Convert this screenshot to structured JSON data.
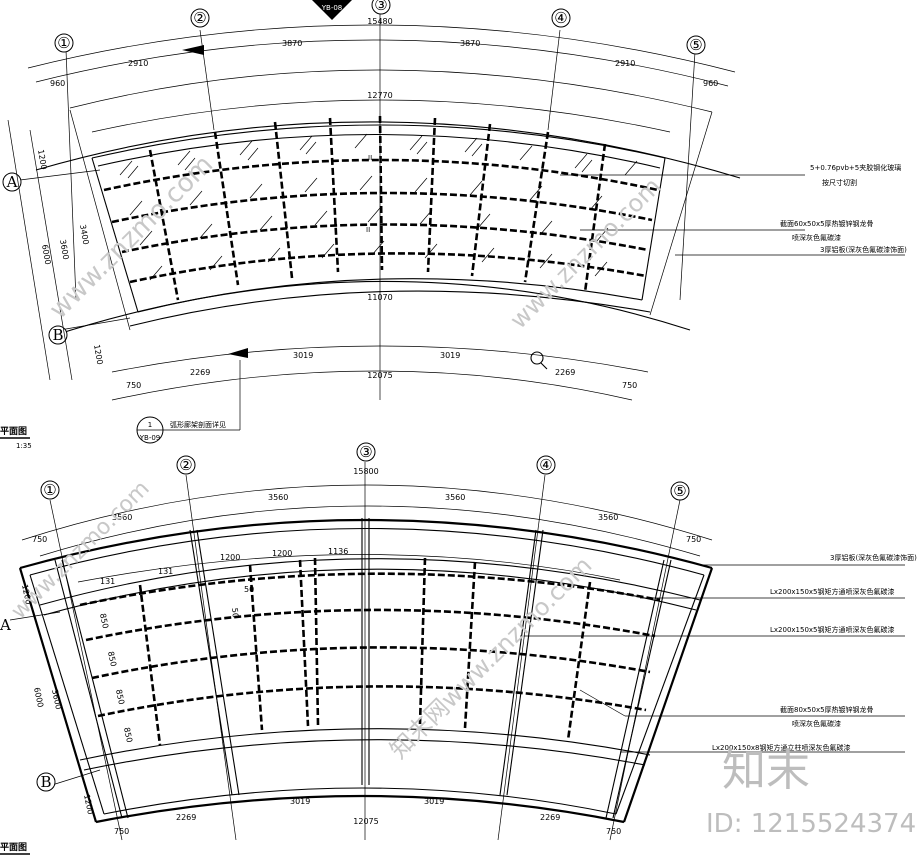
{
  "top_plan": {
    "section_marker": "YB-08",
    "axes": [
      "①",
      "②",
      "③",
      "④",
      "⑤",
      "A",
      "B"
    ],
    "dims_outer_total": "15480",
    "dims_outer": [
      "960",
      "2910",
      "3870",
      "3870",
      "2910",
      "960"
    ],
    "dim_inner_top": "12770",
    "dim_inner_bottom": "11070",
    "dims_bottom": [
      "750",
      "2269",
      "3019",
      "3019",
      "2269",
      "750"
    ],
    "dim_bottom_total": "12075",
    "dims_left": [
      "1200",
      "6000",
      "3600",
      "3400",
      "1200"
    ],
    "section_labels": [
      "II",
      "II"
    ],
    "note_glass": "5+0.76pvb+5夹胶钢化玻璃",
    "note_glass_2": "按尺寸切割",
    "note_steel": "截面60x50x5厚热镀锌钢龙骨",
    "note_steel_2": "喷深灰色氟碳漆",
    "note_plate": "3厚铝板(深灰色氟碳漆饰面)",
    "detail_bubble_num": "1",
    "detail_bubble_ref": "YB-09",
    "detail_note": "弧形廊架剖面详见",
    "title": "平面图",
    "scale": "1:35"
  },
  "bottom_plan": {
    "axes": [
      "①",
      "②",
      "③",
      "④",
      "⑤",
      "A",
      "B"
    ],
    "dims_outer_total": "15800",
    "dims_outer": [
      "750",
      "3560",
      "3560",
      "3560",
      "3560",
      "750"
    ],
    "dims_grid": [
      "1200",
      "1200",
      "1136"
    ],
    "dims_small": [
      "131",
      "131"
    ],
    "dim_spot": "50",
    "dim_spot_2": "50",
    "dims_left": [
      "1200",
      "6000",
      "3600",
      "850",
      "850",
      "850",
      "850",
      "1200"
    ],
    "dims_bottom": [
      "750",
      "2269",
      "3019",
      "3019",
      "2269",
      "750"
    ],
    "dim_bottom_total": "12075",
    "note_plate": "3厚铝板(深灰色氟碳漆饰面)",
    "note_beam_1": "Lx200x150x5钢矩方通喷深灰色氟碳漆",
    "note_beam_2": "Lx200x150x5钢矩方通喷深灰色氟碳漆",
    "note_steel": "截面80x50x5厚热镀锌钢龙骨",
    "note_steel_2": "喷深灰色氟碳漆",
    "note_beam_3": "Lx200x150x8钢矩方通立柱喷深灰色氟碳漆",
    "title": "平面图"
  },
  "watermark": {
    "logo": "知末",
    "id": "ID: 1215524374",
    "diag": "www.znzmo.com",
    "diag_2": "知末网www.znzmo.com"
  }
}
